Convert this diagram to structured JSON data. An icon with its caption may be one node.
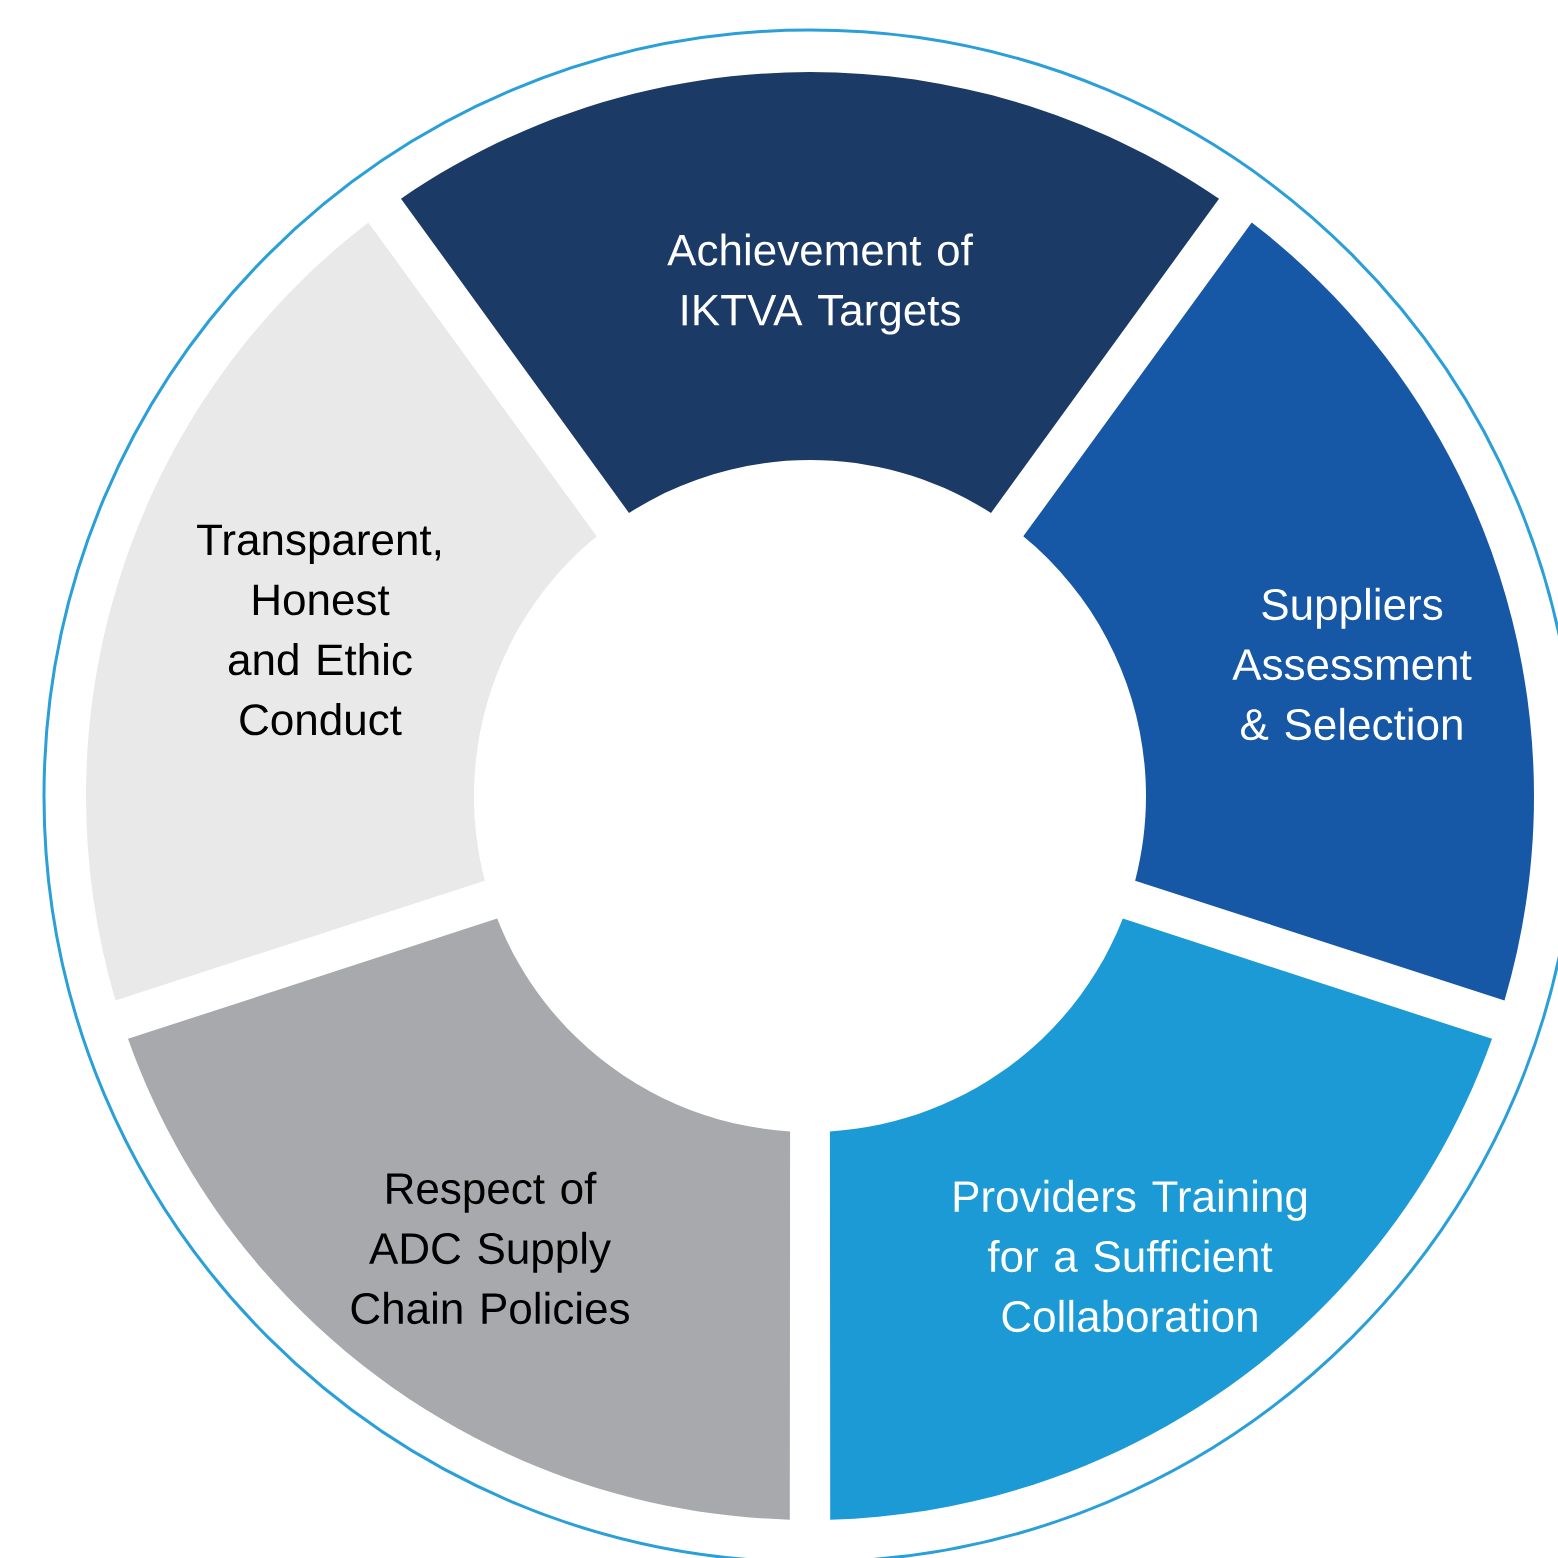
{
  "diagram": {
    "nodes": [
      {
        "text": [
          "Achievement of IKTVA Targets"
        ]
      },
      {
        "text": [
          "Suppliers Assessment & Selection"
        ]
      },
      {
        "text": [
          "Providers Training for a Sufficient Collaboration"
        ]
      },
      {
        "text": [
          "Respect of ADC Supply Chain Policies"
        ]
      },
      {
        "text": [
          "Transparent, Honest and Ethic Conduct"
        ]
      }
    ]
  }
}
